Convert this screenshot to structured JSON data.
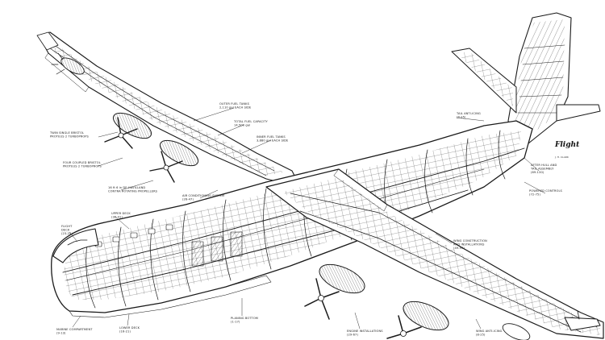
{
  "labels": [
    {
      "id": "outer-fuel-tanks",
      "lines": [
        "OUTER FUEL TANKS",
        "2,110 gal EACH SIDE"
      ]
    },
    {
      "id": "total-fuel-capacity",
      "lines": [
        "TOTAL FUEL CAPACITY",
        "14,500 gal"
      ]
    },
    {
      "id": "inner-fuel-tanks",
      "lines": [
        "INNER FUEL TANKS",
        "3,880 gal EACH SIDE"
      ]
    },
    {
      "id": "twin-single-bristol",
      "lines": [
        "TWIN SINGLE BRISTOL",
        "PROTEUS 2 TURBOPROPS"
      ]
    },
    {
      "id": "four-coupled-bristol",
      "lines": [
        "FOUR COUPLED BRISTOL",
        "PROTEUS 2 TURBOPROPS"
      ]
    },
    {
      "id": "de-havilland-propellers",
      "lines": [
        "16 ft 6 in DE HAVILLAND",
        "CONTRA ROTATING PROPELLERS"
      ]
    },
    {
      "id": "air-conditioning-system",
      "lines": [
        "AIR CONDITIONING SYSTEM",
        "(26-47)"
      ]
    },
    {
      "id": "tail-anti-icing",
      "lines": [
        "TAIL ANTI-ICING",
        "(8-25)"
      ]
    },
    {
      "id": "after-hull-tail-assembly",
      "lines": [
        "AFTER HULL AND",
        "TAIL ASSEMBLY",
        "(69-130)"
      ]
    },
    {
      "id": "powered-controls",
      "lines": [
        "POWERED CONTROLS",
        "(72-75)"
      ]
    },
    {
      "id": "upper-deck",
      "lines": [
        "UPPER DECK",
        "(38-41)"
      ]
    },
    {
      "id": "flight-deck",
      "lines": [
        "FLIGHT",
        "DECK",
        "(23-25)"
      ]
    },
    {
      "id": "wing-construction",
      "lines": [
        "WING CONSTRUCTION",
        "AND INSTALLATIONS",
        "(49-93)"
      ]
    },
    {
      "id": "planing-bottom",
      "lines": [
        "PLANING BOTTOM",
        "(1-17)"
      ]
    },
    {
      "id": "engine-installations",
      "lines": [
        "ENGINE INSTALLATIONS",
        "(29-67)"
      ]
    },
    {
      "id": "wing-anti-icing",
      "lines": [
        "WING ANTI-ICING",
        "(8-25)"
      ]
    },
    {
      "id": "marine-compartment",
      "lines": [
        "MARINE COMPARTMENT",
        "(9-13)"
      ]
    },
    {
      "id": "lower-deck",
      "lines": [
        "LOWER DECK",
        "(16-21)"
      ]
    }
  ],
  "signature": {
    "name": "Flight",
    "sub": "J. H. CLARK"
  }
}
